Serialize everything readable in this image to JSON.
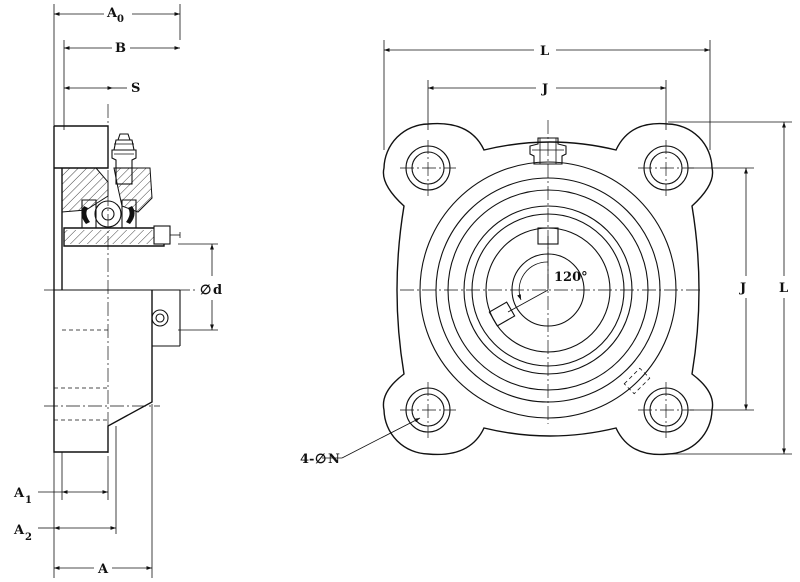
{
  "labels": {
    "A0": "A",
    "A0_sub": "0",
    "B": "B",
    "S": "S",
    "d": "d",
    "A1": "A",
    "A1_sub": "1",
    "A2": "A",
    "A2_sub": "2",
    "A": "A",
    "L_top": "L",
    "J_top": "J",
    "J_right": "J",
    "L_right": "L",
    "angle": "120°",
    "holes": "4-",
    "holes_N": "N"
  },
  "symbols": {
    "diameter": "∅"
  },
  "icons": {
    "grease_fitting": "grease-nipple-icon",
    "set_screw": "set-screw-icon"
  }
}
